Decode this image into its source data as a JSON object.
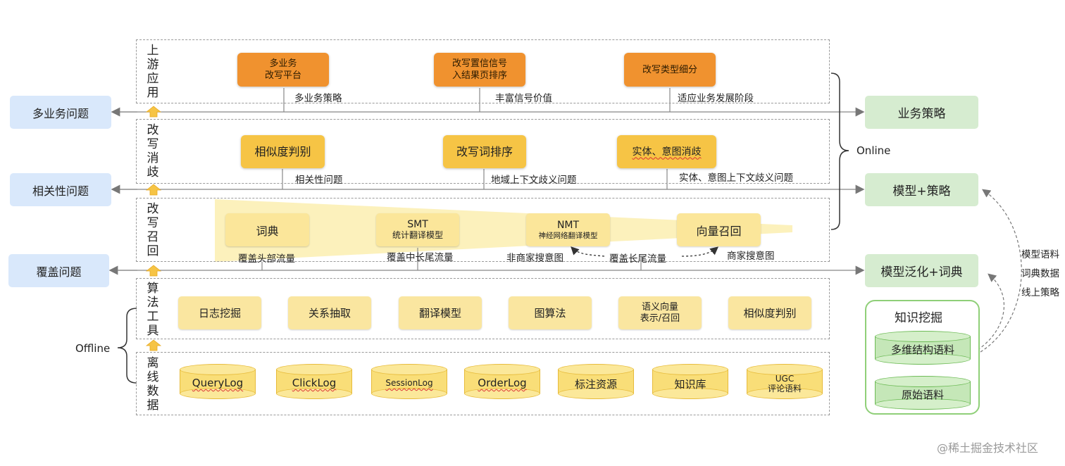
{
  "layers": [
    {
      "label": "上\n游\n应\n用"
    },
    {
      "label": "改\n写\n消\n歧"
    },
    {
      "label": "改\n写\n召\n回"
    },
    {
      "label": "算\n法\n工\n具"
    },
    {
      "label": "离\n线\n数\n据"
    }
  ],
  "upstream": {
    "boxes": [
      "多业务\n改写平台",
      "改写置信信号\n入结果页排序",
      "改写类型细分"
    ],
    "notes": [
      "多业务策略",
      "丰富信号价值",
      "适应业务发展阶段"
    ]
  },
  "disambig": {
    "boxes": [
      "相似度判别",
      "改写词排序",
      "实体、意图消歧"
    ],
    "notes": [
      "相关性问题",
      "地域上下文歧义问题",
      "实体、意图上下文歧义问题"
    ]
  },
  "recall": {
    "boxes": [
      {
        "title": "词典",
        "sub": ""
      },
      {
        "title": "SMT",
        "sub": "统计翻译模型"
      },
      {
        "title": "NMT",
        "sub": "神经网络翻译模型"
      },
      {
        "title": "向量召回",
        "sub": ""
      }
    ],
    "notes": [
      "覆盖头部流量",
      "覆盖中长尾流量",
      "非商家搜意图",
      "覆盖长尾流量",
      "商家搜意图"
    ]
  },
  "algo": {
    "boxes": [
      "日志挖掘",
      "关系抽取",
      "翻译模型",
      "图算法",
      "语义向量\n表示/召回",
      "相似度判别"
    ]
  },
  "offline_data": {
    "items": [
      "QueryLog",
      "ClickLog",
      "SessionLog",
      "OrderLog",
      "标注资源",
      "知识库",
      "UGC\n评论语料"
    ]
  },
  "left_issues": [
    "多业务问题",
    "相关性问题",
    "覆盖问题"
  ],
  "right_strategies": [
    "业务策略",
    "模型+策略",
    "模型泛化+词典"
  ],
  "brace_labels": {
    "online": "Online",
    "offline": "Offline"
  },
  "knowledge": {
    "title": "知识挖掘",
    "structured": "多维结构语料",
    "raw": "原始语料",
    "side_notes": [
      "模型语料",
      "词典数据",
      "线上策略"
    ]
  },
  "watermark": "@稀土掘金技术社区",
  "colors": {
    "orange": "#f0922f",
    "yellow": "#f6c445",
    "light_yellow": "#fae6a0",
    "blue": "#d9e8fb",
    "green": "#d6ecd0"
  }
}
